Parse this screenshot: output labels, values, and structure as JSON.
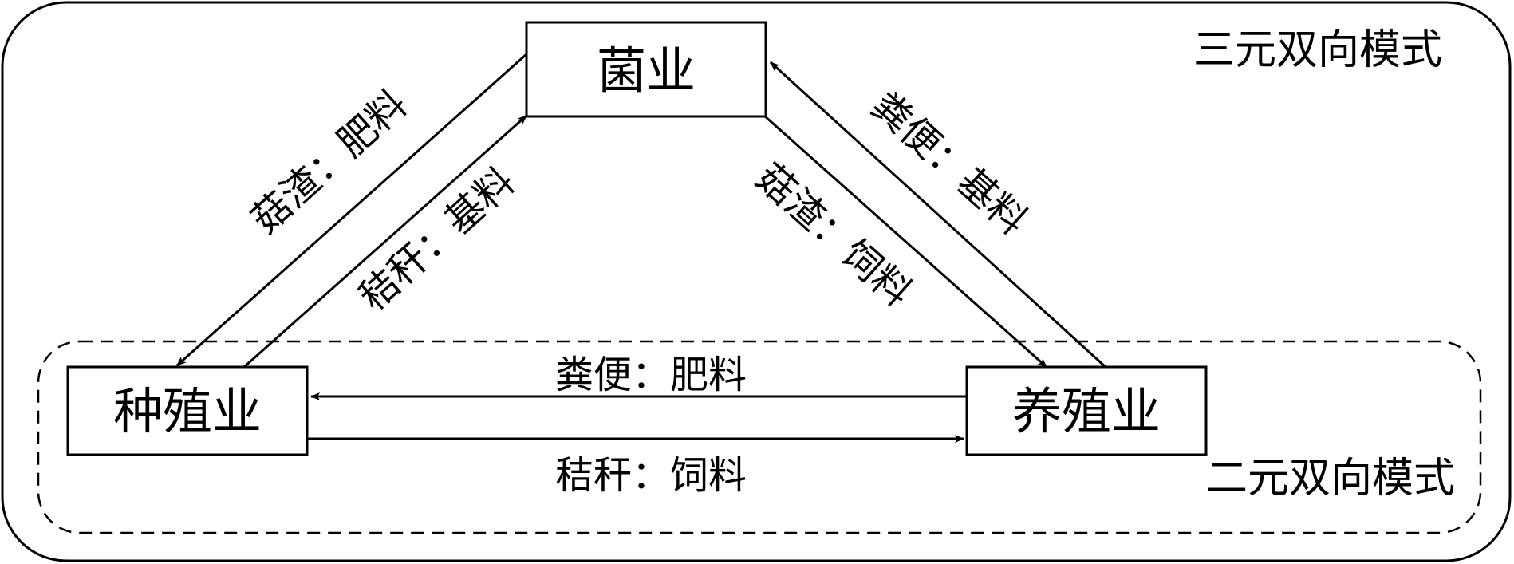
{
  "modes": {
    "ternary": "三元双向模式",
    "binary": "二元双向模式"
  },
  "nodes": {
    "fungi": "菌业",
    "planting": "种殖业",
    "breeding": "养殖业"
  },
  "flows": {
    "fungi_to_planting": "菇渣：肥料",
    "planting_to_fungi": "秸秆：基料",
    "fungi_to_breeding": "菇渣：饲料",
    "breeding_to_fungi": "粪便：基料",
    "breeding_to_planting": "粪便：肥料",
    "planting_to_breeding": "秸秆：饲料"
  }
}
